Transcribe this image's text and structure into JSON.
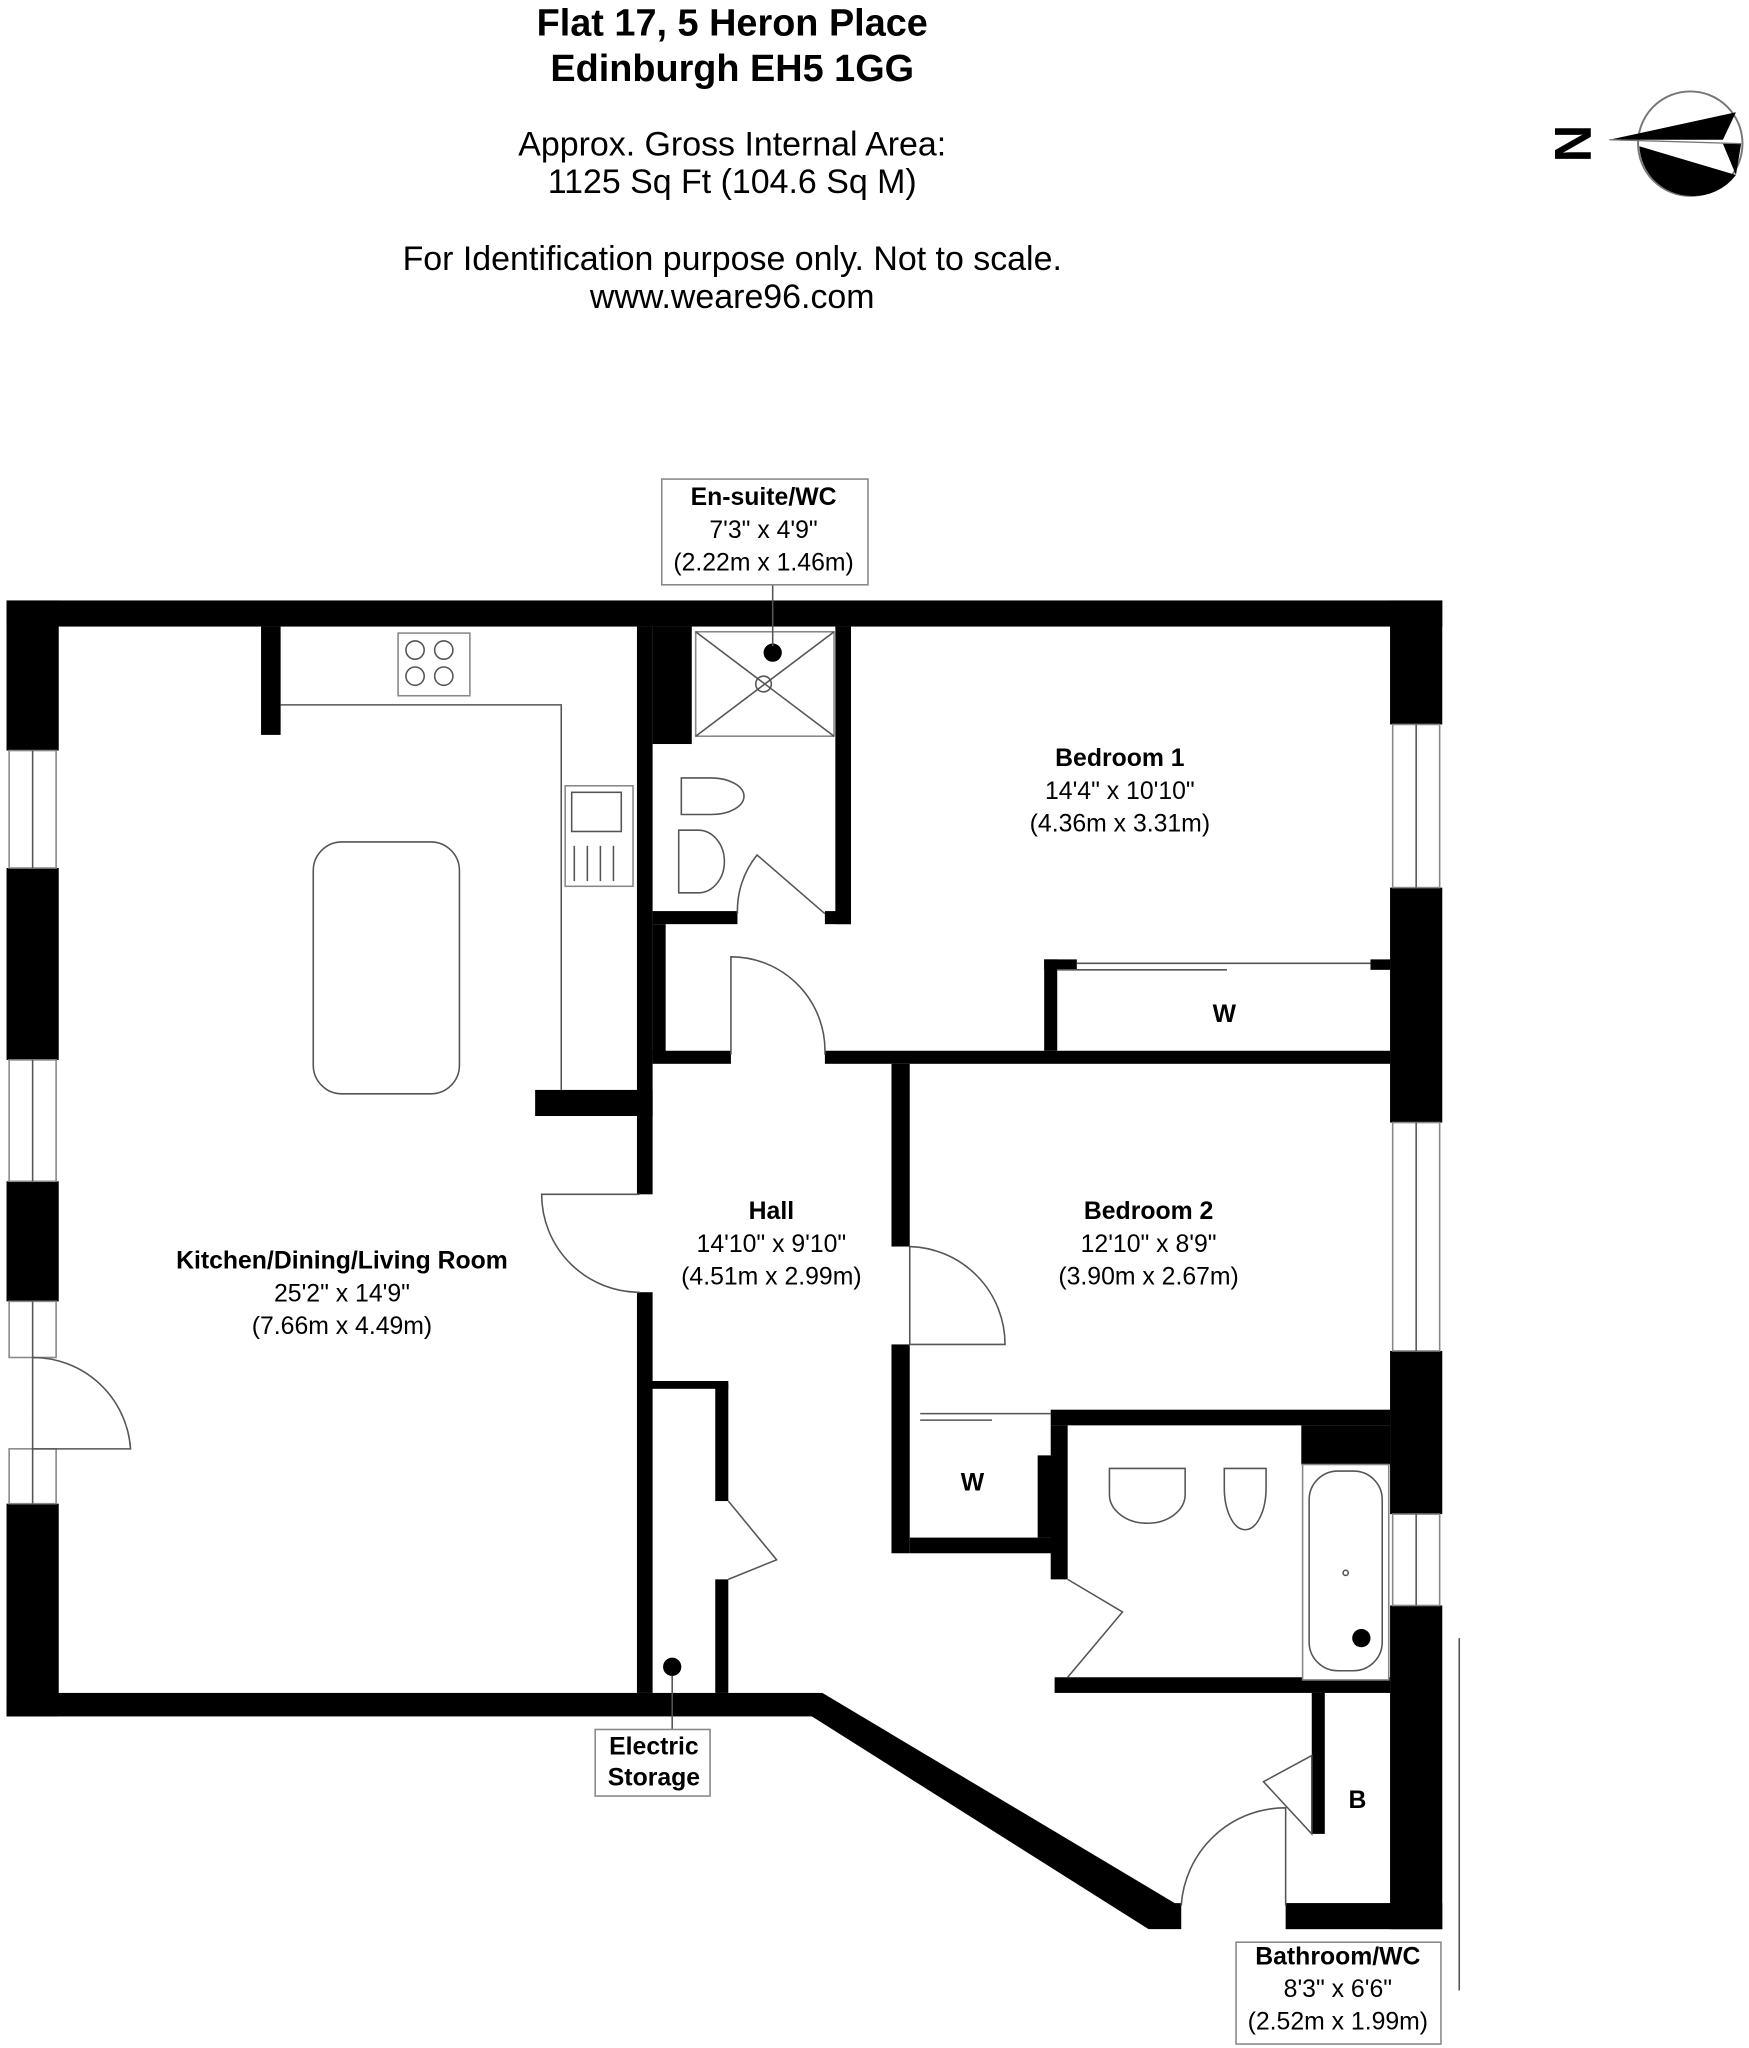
{
  "header": {
    "address_line1": "Flat 17, 5 Heron Place",
    "address_line2": "Edinburgh EH5 1GG",
    "area_label": "Approx. Gross Internal Area:",
    "area_value": "1125 Sq Ft (104.6 Sq M)",
    "disclaimer": "For Identification purpose only. Not to scale.",
    "website": "www.weare96.com"
  },
  "compass": {
    "letter": "N",
    "icon": "north-arrow-icon"
  },
  "rooms": {
    "kitchen": {
      "name": "Kitchen/Dining/Living Room",
      "imperial": "25'2\" x 14'9\"",
      "metric": "(7.66m x 4.49m)"
    },
    "hall": {
      "name": "Hall",
      "imperial": "14'10\" x 9'10\"",
      "metric": "(4.51m x 2.99m)"
    },
    "bedroom1": {
      "name": "Bedroom 1",
      "imperial": "14'4\" x 10'10\"",
      "metric": "(4.36m x 3.31m)"
    },
    "bedroom2": {
      "name": "Bedroom 2",
      "imperial": "12'10\" x 8'9\"",
      "metric": "(3.90m x 2.67m)"
    },
    "ensuite": {
      "name": "En-suite/WC",
      "imperial": "7'3\" x 4'9\"",
      "metric": "(2.22m x 1.46m)"
    },
    "bathroom": {
      "name": "Bathroom/WC",
      "imperial": "8'3\" x 6'6\"",
      "metric": "(2.52m x 1.99m)"
    }
  },
  "labels": {
    "electric_line1": "Electric",
    "electric_line2": "Storage",
    "wardrobe1": "W",
    "wardrobe2": "W",
    "boiler": "B"
  }
}
